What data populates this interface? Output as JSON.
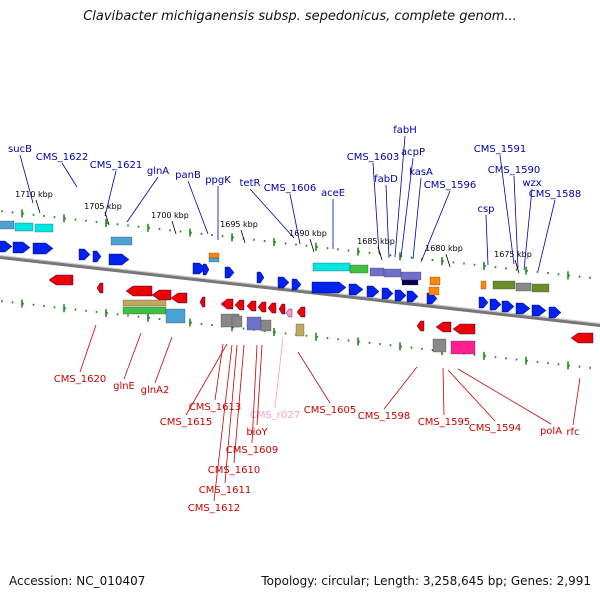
{
  "title": "Clavibacter michiganensis subsp. sepedonicus, complete genom...",
  "footer": {
    "accession": "Accession: NC_010407",
    "summary": "Topology: circular; Length: 3,258,645 bp; Genes: 2,991"
  },
  "colors": {
    "forward_label": "#0000aa",
    "reverse_label": "#cc0000",
    "pseudo_label": "#ff99cc",
    "forward_gene": "#0022ee",
    "reverse_gene": "#ee0000",
    "ruler": "#228822",
    "backbone": "#777777",
    "tick_label": "#000000"
  },
  "ticks": [
    "1710 kbp",
    "1705 kbp",
    "1700 kbp",
    "1695 kbp",
    "1690 kbp",
    "1685 kbp",
    "1680 kbp",
    "1675 kbp"
  ],
  "forward_labels": [
    "sucB",
    "CMS_1622",
    "CMS_1621",
    "glnA",
    "panB",
    "ppgK",
    "tetR",
    "CMS_1606",
    "aceE",
    "fabH",
    "CMS_1603",
    "acpP",
    "fabD",
    "kasA",
    "CMS_1596",
    "CMS_1591",
    "csp",
    "CMS_1590",
    "wzx",
    "CMS_1588"
  ],
  "reverse_labels": [
    "CMS_1620",
    "glnE",
    "glnA2",
    "CMS_1613",
    "CMS_1615",
    "CMS_r027",
    "bioY",
    "CMS_1609",
    "CMS_1610",
    "CMS_1611",
    "CMS_1612",
    "CMS_1605",
    "CMS_1598",
    "CMS_1595",
    "CMS_1594",
    "polA",
    "rfc"
  ],
  "domain_colors": [
    "#4aa3d4",
    "#00e5e5",
    "#40c040",
    "#7070cc",
    "#000050",
    "#ff8800",
    "#c0a860",
    "#6a8c2a",
    "#888888",
    "#ff2090"
  ]
}
